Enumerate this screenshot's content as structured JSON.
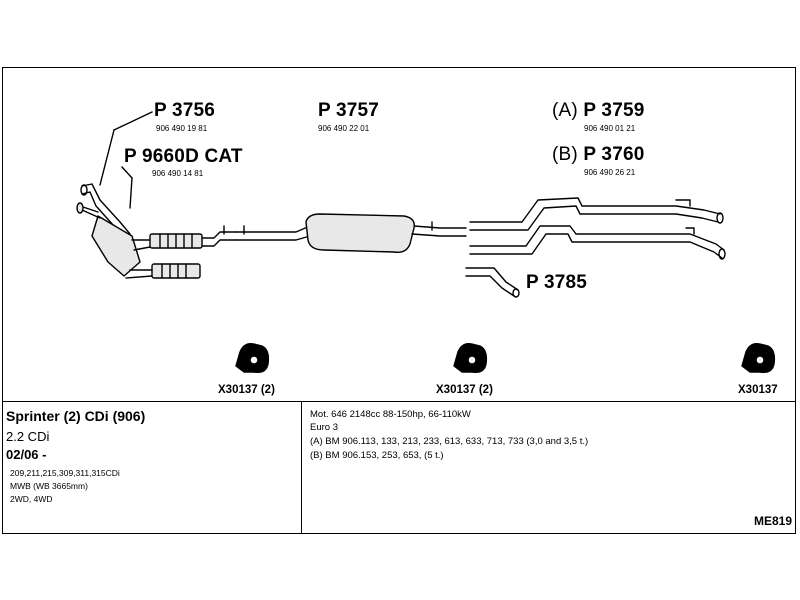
{
  "parts": {
    "p3756": {
      "number": "P 3756",
      "ref": "906 490 19 81"
    },
    "p9660d": {
      "number": "P 9660D CAT",
      "ref": "906 490 14 81"
    },
    "p3757": {
      "number": "P 3757",
      "ref": "906 490 22 01"
    },
    "p3759": {
      "prefix": "(A)",
      "number": "P 3759",
      "ref": "906 490 01 21"
    },
    "p3760": {
      "prefix": "(B)",
      "number": "P 3760",
      "ref": "906 490 26 21"
    },
    "p3785": {
      "number": "P 3785"
    }
  },
  "mounts": [
    {
      "label": "X30137 (2)",
      "icon": "rubber-mount-icon"
    },
    {
      "label": "X30137 (2)",
      "icon": "rubber-mount-icon"
    },
    {
      "label": "X30137",
      "icon": "rubber-mount-icon"
    }
  ],
  "vehicle": {
    "title": "Sprinter (2) CDi (906)",
    "engine": "2.2 CDi",
    "date": "02/06 -",
    "variants": "209,211,215,309,311,315CDi",
    "wheelbase": "MWB (WB 3665mm)",
    "drive": "2WD, 4WD"
  },
  "notes": [
    "Mot. 646 2148cc 88-150hp, 66-110kW",
    "Euro 3",
    "(A) BM 906.113, 133, 213, 233, 613, 633, 713, 733 (3,0 and 3,5 t.)",
    "(B) BM 906.153, 253, 653, (5 t.)"
  ],
  "catalog_code": "ME819",
  "colors": {
    "line": "#000000",
    "part_fill": "#e8e8e8",
    "background": "#ffffff"
  }
}
